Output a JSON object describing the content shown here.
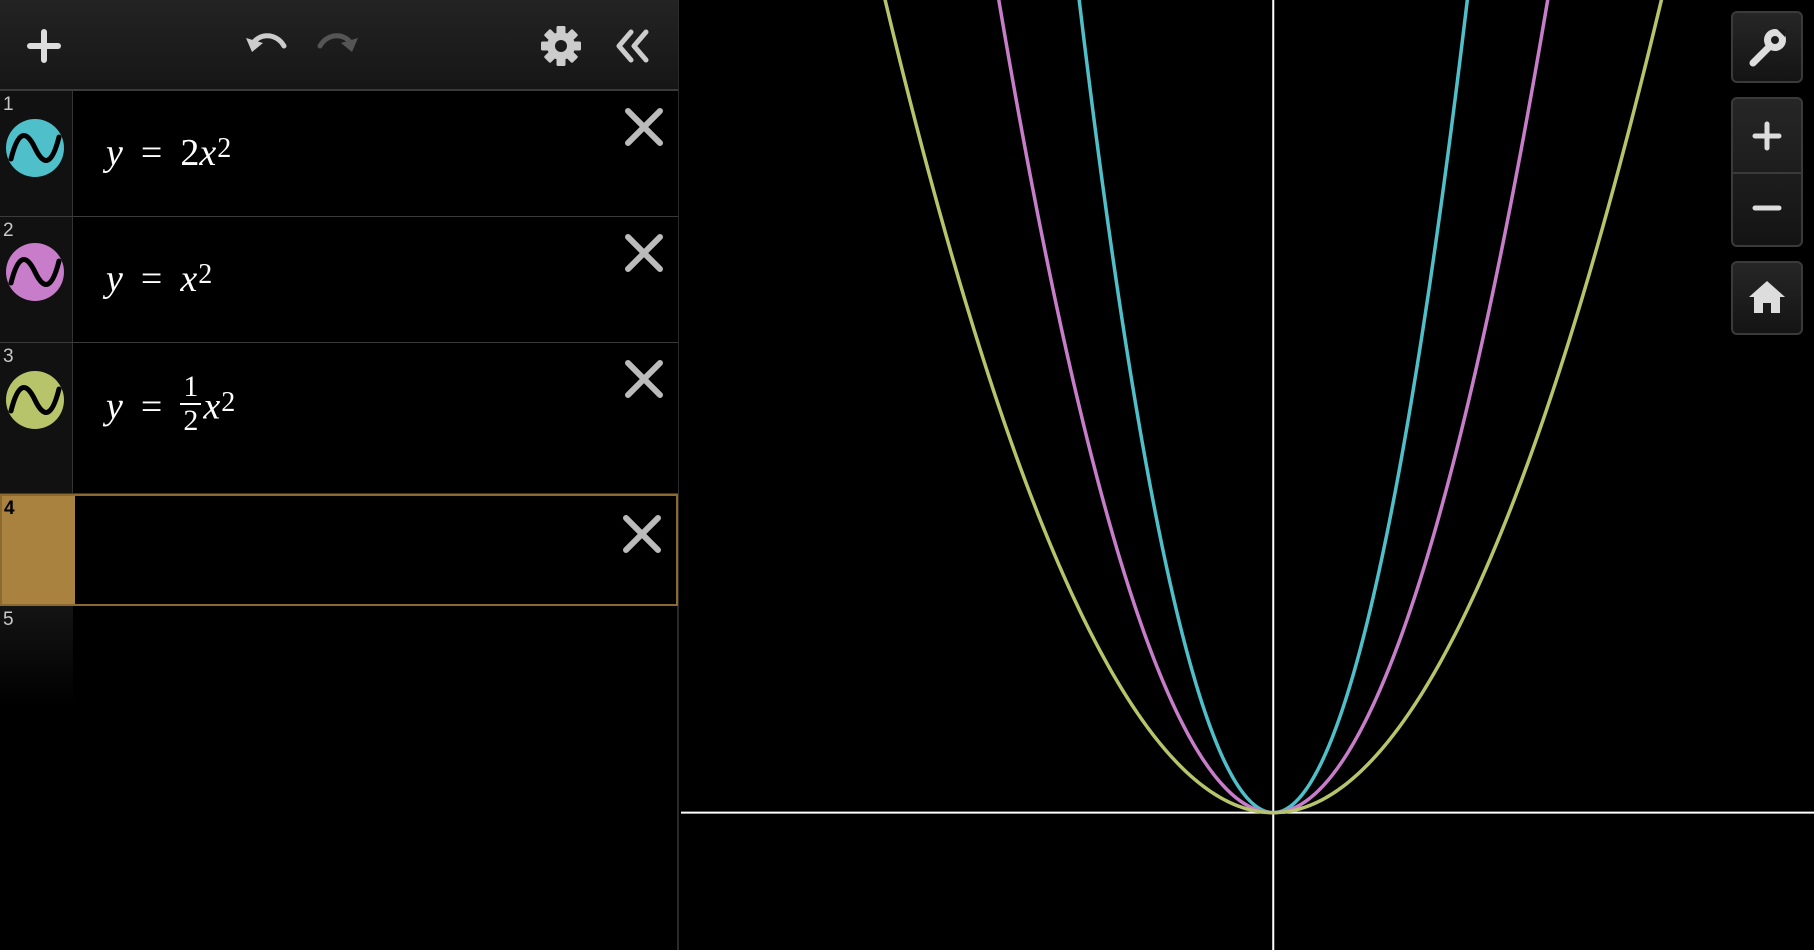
{
  "toolbar": {
    "add_icon": "plus-icon",
    "undo_icon": "undo-icon",
    "redo_icon": "redo-icon",
    "settings_icon": "gear-icon",
    "collapse_icon": "double-chevron-left-icon"
  },
  "expressions": [
    {
      "index": "1",
      "y": "y",
      "eq": "=",
      "coef": "2",
      "var": "x",
      "exp": "2",
      "color": "#4fbfc9"
    },
    {
      "index": "2",
      "y": "y",
      "eq": "=",
      "var": "x",
      "exp": "2",
      "color": "#c77dc9"
    },
    {
      "index": "3",
      "y": "y",
      "eq": "=",
      "num": "1",
      "den": "2",
      "var": "x",
      "exp": "2",
      "color": "#b7c46a"
    },
    {
      "index": "4",
      "value": ""
    },
    {
      "index": "5"
    }
  ],
  "graph": {
    "background": "#000000",
    "axis_color": "#ffffff",
    "x_range": [
      -5.75,
      5.25
    ],
    "y_range": [
      -1.2,
      7.1
    ],
    "curves": [
      {
        "label": "y = 2x^2",
        "a": 2,
        "color": "#4fbfc9"
      },
      {
        "label": "y = x^2",
        "a": 1,
        "color": "#c77dc9"
      },
      {
        "label": "y = 1/2 x^2",
        "a": 0.5,
        "color": "#b7c46a"
      }
    ]
  },
  "controls": {
    "settings_icon": "wrench-icon",
    "zoom_in_icon": "plus-icon",
    "zoom_out_icon": "minus-icon",
    "home_icon": "home-icon"
  }
}
